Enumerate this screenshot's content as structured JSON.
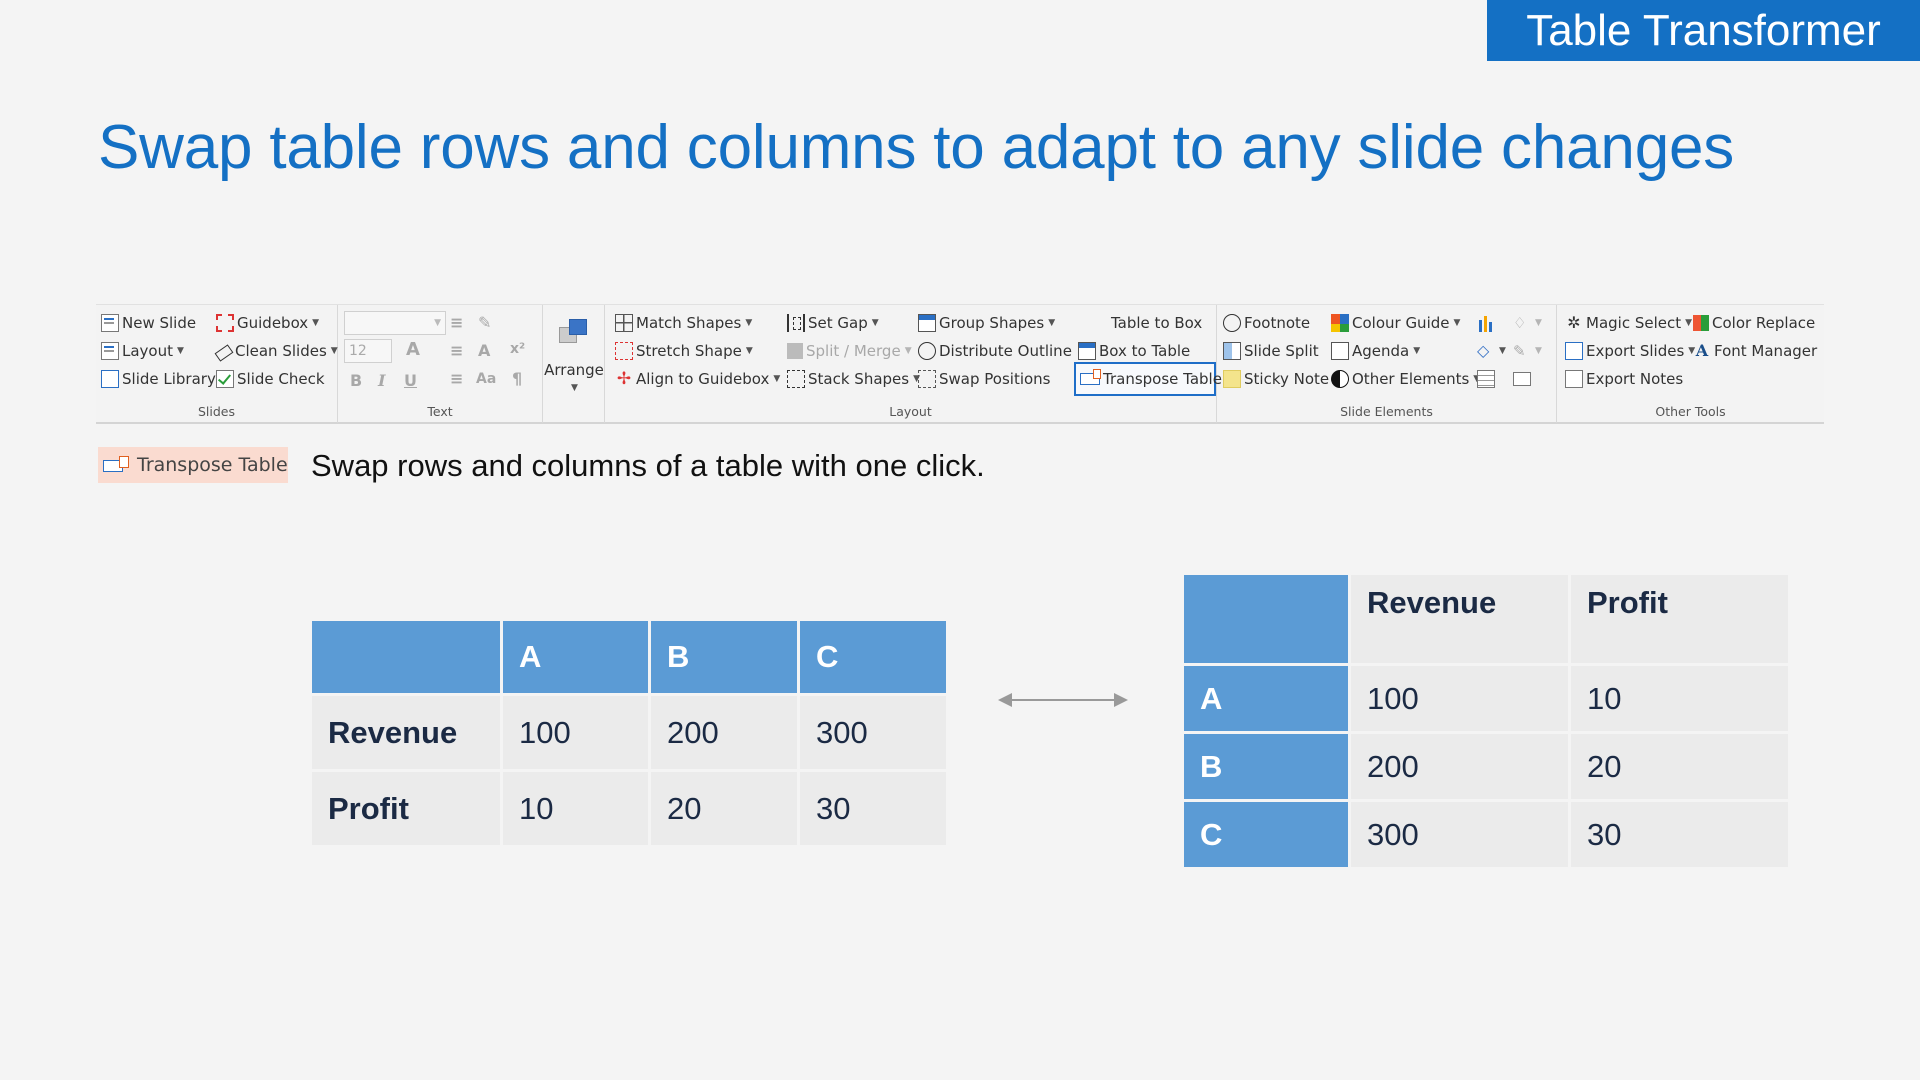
{
  "brand_tag": "Table Transformer",
  "page_title": "Swap table rows and columns to adapt to any slide changes",
  "ribbon": {
    "slides": {
      "label": "Slides",
      "new_slide": "New Slide",
      "layout": "Layout",
      "slide_library": "Slide Library",
      "guidebox": "Guidebox",
      "clean_slides": "Clean Slides",
      "slide_check": "Slide Check"
    },
    "text": {
      "label": "Text",
      "font_size": "12",
      "bold": "B",
      "italic": "I",
      "underline": "U",
      "grow_font": "A",
      "superscript": "x²",
      "case": "Aa",
      "arrange": "Arrange"
    },
    "layout": {
      "label": "Layout",
      "match_shapes": "Match Shapes",
      "stretch_shape": "Stretch Shape",
      "align_to_guidebox": "Align to Guidebox",
      "set_gap": "Set Gap",
      "split_merge": "Split / Merge",
      "stack_shapes": "Stack Shapes",
      "group_shapes": "Group Shapes",
      "distribute_outline": "Distribute Outline",
      "swap_positions": "Swap Positions",
      "table_to_box": "Table to Box",
      "box_to_table": "Box to Table",
      "transpose_table": "Transpose Table"
    },
    "slide_elements": {
      "label": "Slide Elements",
      "footnote": "Footnote",
      "slide_split": "Slide Split",
      "sticky_note": "Sticky Note",
      "colour_guide": "Colour Guide",
      "agenda": "Agenda",
      "other_elements": "Other Elements"
    },
    "other_tools": {
      "label": "Other Tools",
      "magic_select": "Magic Select",
      "export_slides": "Export Slides",
      "export_notes": "Export Notes",
      "color_replace": "Color Replace",
      "font_manager": "Font Manager"
    }
  },
  "feature": {
    "chip_label": "Transpose Table",
    "description": "Swap rows and columns of a table with one click."
  },
  "table_before": {
    "headers": [
      "A",
      "B",
      "C"
    ],
    "rows": [
      {
        "label": "Revenue",
        "values": [
          "100",
          "200",
          "300"
        ]
      },
      {
        "label": "Profit",
        "values": [
          "10",
          "20",
          "30"
        ]
      }
    ]
  },
  "table_after": {
    "headers": [
      "Revenue",
      "Profit"
    ],
    "rows": [
      {
        "label": "A",
        "values": [
          "100",
          "10"
        ]
      },
      {
        "label": "B",
        "values": [
          "200",
          "20"
        ]
      },
      {
        "label": "C",
        "values": [
          "300",
          "30"
        ]
      }
    ]
  },
  "colors": {
    "brand_blue": "#1470c4",
    "header_blue": "#5b9bd5",
    "cell_gray": "#ebebeb",
    "chip_pink": "#fadbd0"
  }
}
